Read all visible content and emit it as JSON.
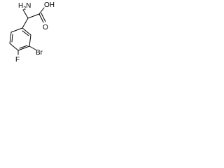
{
  "molecule": {
    "atoms": {
      "amino": "H2N",
      "amino_h": "H",
      "amino_sub": "2",
      "amino_n": "N",
      "hydroxyl": "OH",
      "carbonyl_o": "O",
      "fluorine": "F",
      "bromine": "Br"
    },
    "colors": {
      "bonds": "#000000",
      "labels": "#000000",
      "background": "#ffffff"
    }
  }
}
